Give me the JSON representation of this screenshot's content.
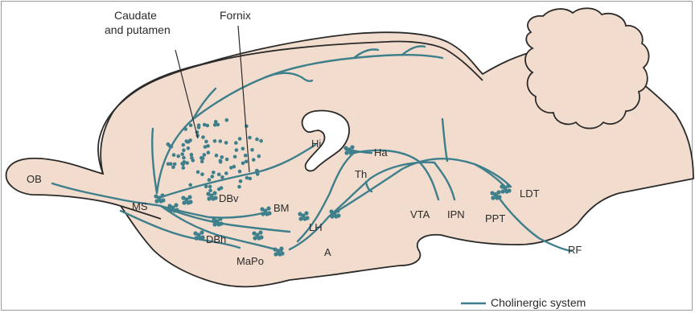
{
  "colors": {
    "tissue": "#f2dccd",
    "outline": "#2a2a2a",
    "pathway": "#3e7f8c",
    "label": "#2b2b2b"
  },
  "callouts": {
    "caudate_line1": "Caudate",
    "caudate_line2": "and putamen",
    "fornix": "Fornix"
  },
  "regions": {
    "ob": "OB",
    "ms": "MS",
    "dbv": "DBv",
    "dbh": "DBh",
    "mapo": "MaPo",
    "bm": "BM",
    "lh": "LH",
    "a": "A",
    "hi": "Hi",
    "ha": "Ha",
    "th": "Th",
    "vta": "VTA",
    "ipn": "IPN",
    "ppt": "PPT",
    "ldt": "LDT",
    "rf": "RF"
  },
  "legend": {
    "label": "Cholinergic system",
    "icon": "line-swatch"
  }
}
